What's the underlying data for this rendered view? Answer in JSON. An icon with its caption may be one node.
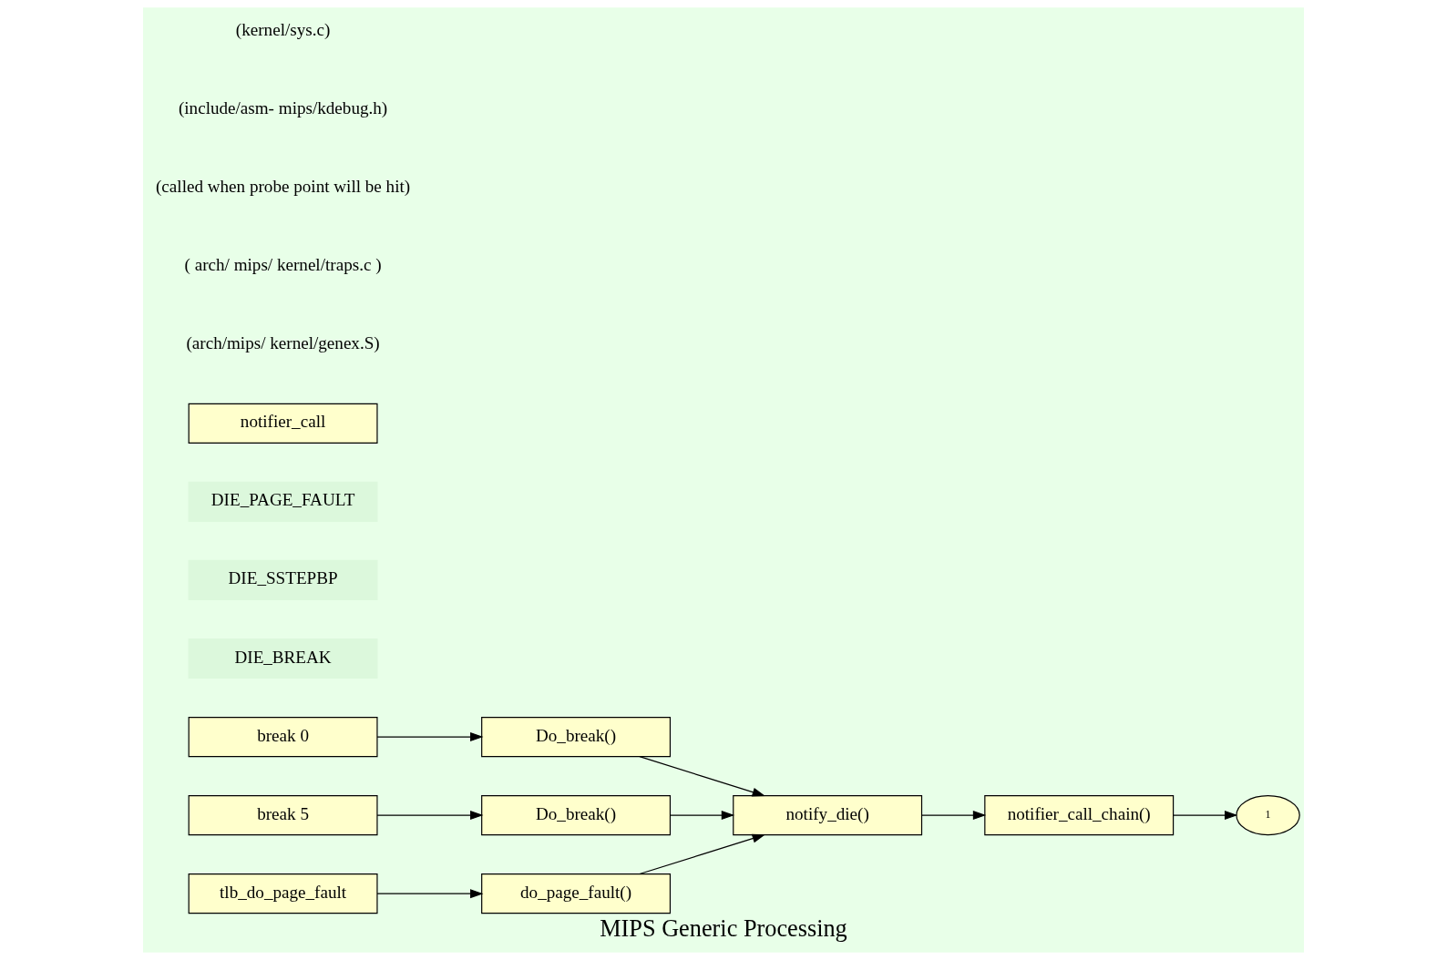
{
  "diagram": {
    "title": "MIPS Generic Processing",
    "nodes": [
      {
        "text": [
          "break 0"
        ]
      },
      {
        "text": [
          "Do_break()"
        ]
      },
      {
        "text": [
          "break 5"
        ]
      },
      {
        "text": [
          "Do_break()"
        ]
      },
      {
        "text": [
          "tlb_do_page_fault"
        ]
      },
      {
        "text": [
          "do_page_fault()"
        ]
      },
      {
        "text": [
          "DIE_BREAK"
        ]
      },
      {
        "text": [
          "DIE_SSTEPBP"
        ]
      },
      {
        "text": [
          "DIE_PAGE_FAULT"
        ]
      },
      {
        "text": [
          "notify_die()"
        ]
      },
      {
        "text": [
          "notifier_call_chain()"
        ]
      },
      {
        "text": [
          "1"
        ]
      },
      {
        "text": [
          "notifier_call"
        ]
      }
    ],
    "edges": [
      {
        "from": 0,
        "to": 1,
        "arrow": "to"
      },
      {
        "from": 2,
        "to": 3,
        "arrow": "to"
      },
      {
        "from": 4,
        "to": 5,
        "arrow": "to"
      },
      {
        "from": 1,
        "to": 9,
        "arrow": "to"
      },
      {
        "from": 3,
        "to": 9,
        "arrow": "to"
      },
      {
        "from": 5,
        "to": 9,
        "arrow": "to"
      },
      {
        "from": 9,
        "to": 10,
        "arrow": "to"
      },
      {
        "from": 10,
        "to": 11,
        "arrow": "to"
      }
    ],
    "labels": [
      "(arch/mips/ kernel/genex.S)",
      "( arch/ mips/ kernel/traps.c )",
      "(called when probe point will be hit)",
      "(include/asm- mips/kdebug.h)",
      "(kernel/sys.c)"
    ]
  }
}
